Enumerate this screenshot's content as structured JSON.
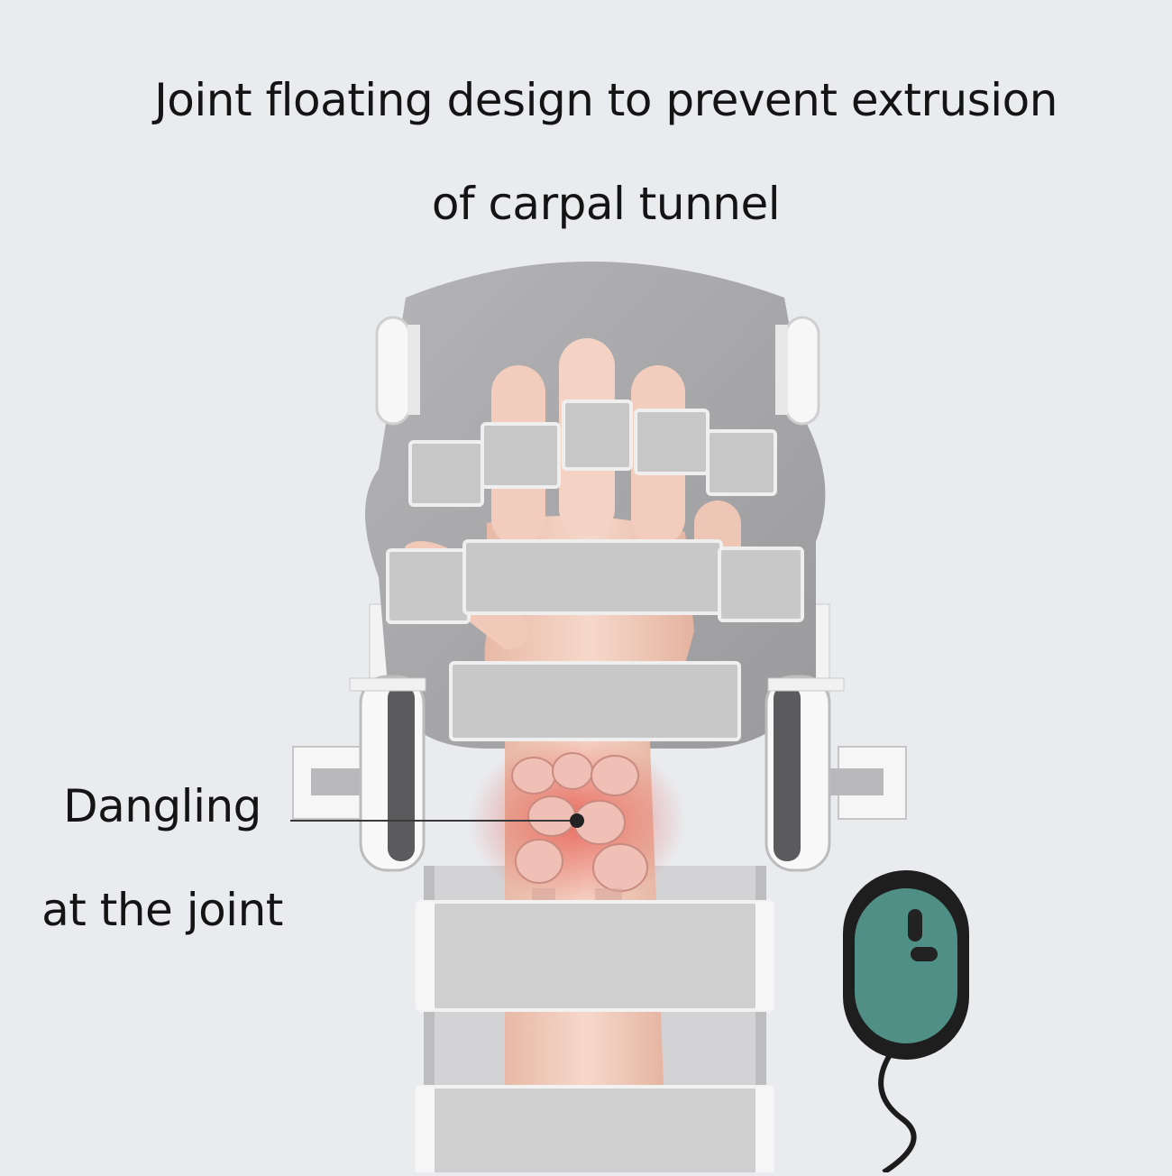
{
  "headline": {
    "line1": "Joint floating design to prevent extrusion",
    "line2": "of carpal tunnel"
  },
  "callout": {
    "line1": "Dangling",
    "line2": "at the joint"
  },
  "product_image": {
    "subject": "hand-rehabilitation-splint",
    "colors": {
      "background": "#e9ebee",
      "plate": "#a6a6a8",
      "strap": "#c9c9c9",
      "skin": "#efc6b4",
      "bone": "#e58a80",
      "remote": "#4f8f85"
    }
  }
}
